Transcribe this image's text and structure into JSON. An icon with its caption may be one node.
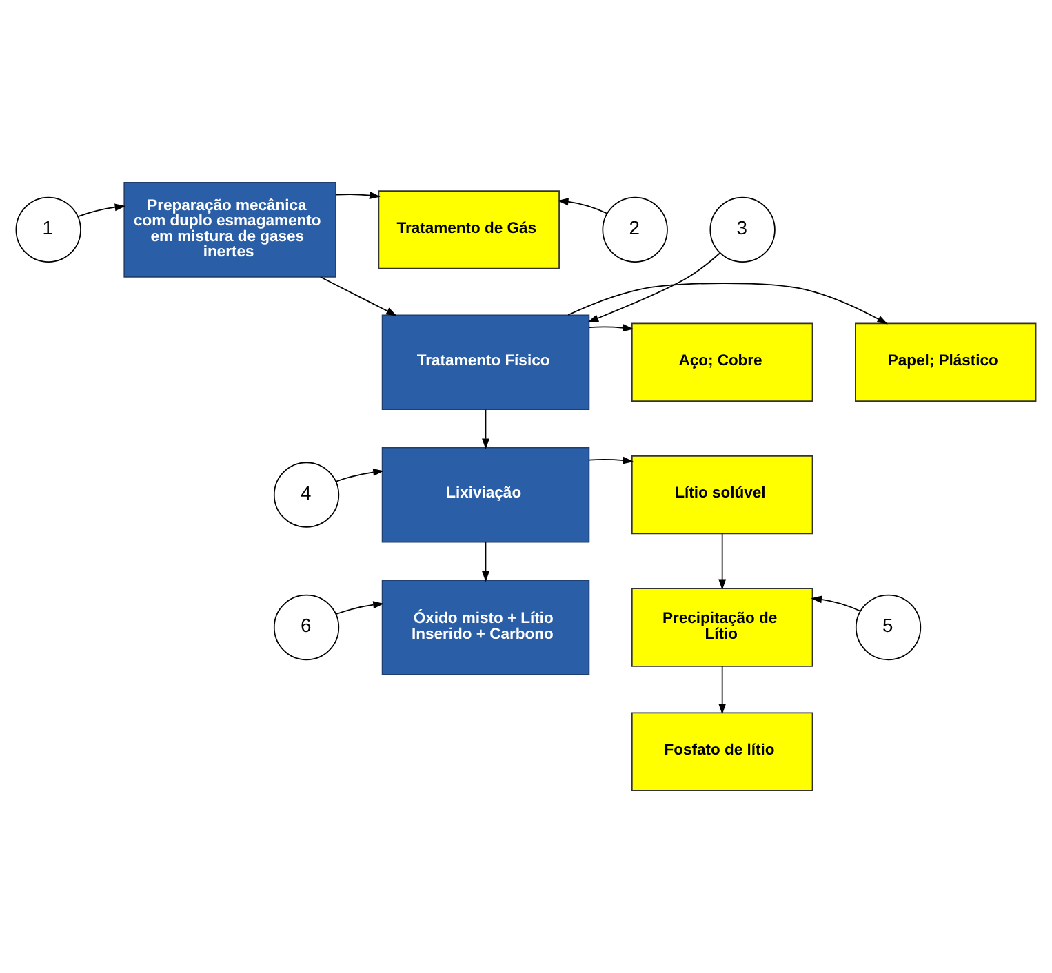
{
  "diagram": {
    "nodes": [
      {
        "text": [
          "1"
        ]
      },
      {
        "text": [
          "Preparação mecânica com duplo esmagamento em mistura de gases inertes"
        ]
      },
      {
        "text": [
          "Tratamento de Gás"
        ]
      },
      {
        "text": [
          "2"
        ]
      },
      {
        "text": [
          "Papel; Plástico"
        ]
      },
      {
        "text": [
          "Tratamento Físico"
        ]
      },
      {
        "text": [
          "Aço; Cobre"
        ]
      },
      {
        "text": [
          "3"
        ]
      },
      {
        "text": [
          "Lixiviação"
        ]
      },
      {
        "text": [
          "Lítio solúvel"
        ]
      },
      {
        "text": [
          "4"
        ]
      },
      {
        "text": [
          "Precipitação de Lítio"
        ]
      },
      {
        "text": [
          "5"
        ]
      },
      {
        "text": [
          "6"
        ]
      },
      {
        "text": [
          "Óxido misto + Lítio Inserido + Carbono"
        ]
      },
      {
        "text": [
          "Fosfato de lítio"
        ]
      }
    ],
    "edges": [
      {
        "from": 0,
        "to": 1,
        "arrow": "to"
      },
      {
        "from": 1,
        "to": 2,
        "arrow": "to"
      },
      {
        "from": 3,
        "to": 2,
        "arrow": "to"
      },
      {
        "from": 1,
        "to": 5,
        "arrow": "to"
      },
      {
        "from": 5,
        "to": 4,
        "arrow": "to"
      },
      {
        "from": 5,
        "to": 6,
        "arrow": "to"
      },
      {
        "from": 7,
        "to": 5,
        "arrow": "to"
      },
      {
        "from": 5,
        "to": 8,
        "arrow": "to"
      },
      {
        "from": 8,
        "to": 9,
        "arrow": "to"
      },
      {
        "from": 10,
        "to": 8,
        "arrow": "to"
      },
      {
        "from": 8,
        "to": 14,
        "arrow": "to"
      },
      {
        "from": 9,
        "to": 11,
        "arrow": "to"
      },
      {
        "from": 12,
        "to": 11,
        "arrow": "to"
      },
      {
        "from": 11,
        "to": 15,
        "arrow": "to"
      },
      {
        "from": 13,
        "to": 14,
        "arrow": "to"
      }
    ]
  }
}
